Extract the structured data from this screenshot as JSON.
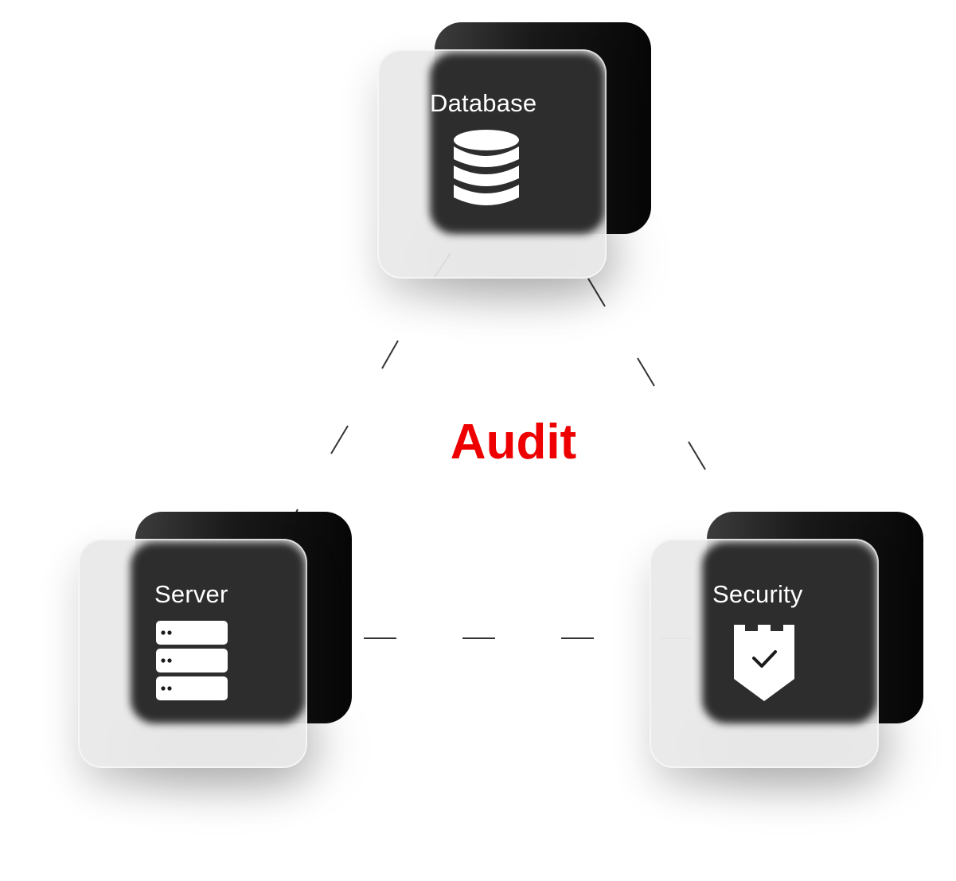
{
  "title": "Audit",
  "nodes": [
    {
      "key": "database",
      "label": "Database",
      "icon": "database-icon"
    },
    {
      "key": "server",
      "label": "Server",
      "icon": "server-rack-icon"
    },
    {
      "key": "security",
      "label": "Security",
      "icon": "shield-check-icon"
    }
  ],
  "colors": {
    "title": "#ee0000",
    "card_dark": "#2d2d2d",
    "card_back": "#060606",
    "glass": "#e8e8e8",
    "connector": "#333333",
    "icon": "#ffffff"
  }
}
